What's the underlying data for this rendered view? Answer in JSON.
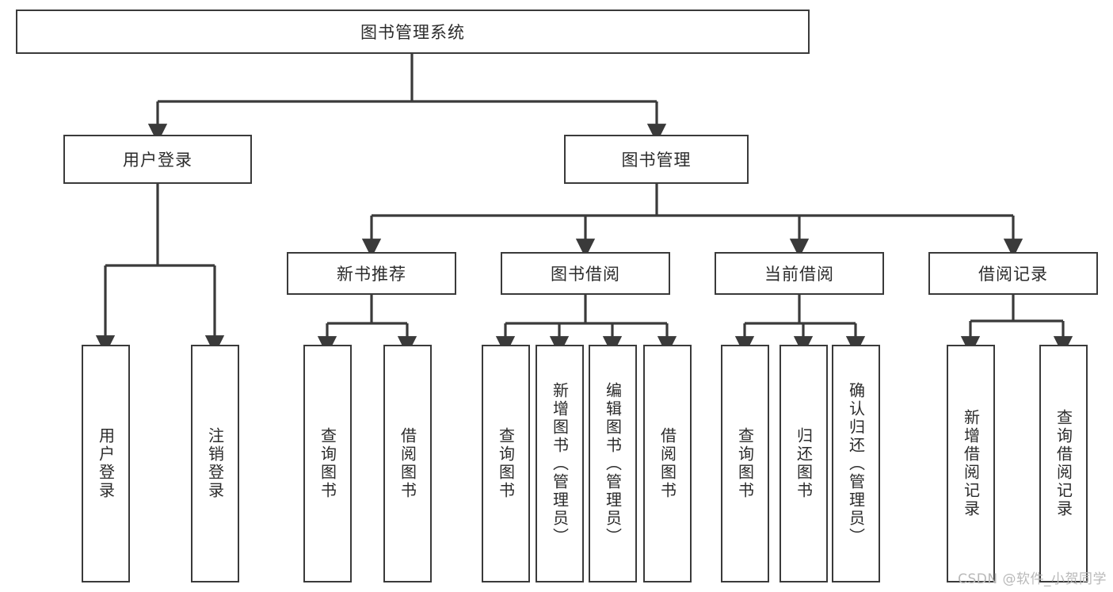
{
  "diagram": {
    "type": "tree",
    "title": "图书管理系统",
    "orientation": "top-down",
    "colors": {
      "box_border": "#3a3a3a",
      "box_fill": "#ffffff",
      "edge": "#3a3a3a",
      "text": "#2b2b2b",
      "watermark": "#b9b9b9",
      "background": "#ffffff"
    },
    "root": {
      "label": "图书管理系统"
    },
    "level2": [
      {
        "id": "login",
        "label": "用户登录"
      },
      {
        "id": "book-mgmt",
        "label": "图书管理"
      }
    ],
    "level3": [
      {
        "id": "new-book-rec",
        "label": "新书推荐",
        "parent": "book-mgmt"
      },
      {
        "id": "book-borrow",
        "label": "图书借阅",
        "parent": "book-mgmt"
      },
      {
        "id": "current-borrow",
        "label": "当前借阅",
        "parent": "book-mgmt"
      },
      {
        "id": "borrow-record",
        "label": "借阅记录",
        "parent": "book-mgmt"
      }
    ],
    "leaves": [
      {
        "id": "leaf-user-login",
        "label": "用户登录",
        "parent": "login"
      },
      {
        "id": "leaf-logout",
        "label": "注销登录",
        "parent": "login"
      },
      {
        "id": "leaf-query-book-1",
        "label": "查询图书",
        "parent": "new-book-rec"
      },
      {
        "id": "leaf-borrow-book-1",
        "label": "借阅图书",
        "parent": "new-book-rec"
      },
      {
        "id": "leaf-query-book-2",
        "label": "查询图书",
        "parent": "book-borrow"
      },
      {
        "id": "leaf-add-book",
        "label": "新增图书（管理员）",
        "parent": "book-borrow"
      },
      {
        "id": "leaf-edit-book",
        "label": "编辑图书（管理员）",
        "parent": "book-borrow"
      },
      {
        "id": "leaf-borrow-book-2",
        "label": "借阅图书",
        "parent": "book-borrow"
      },
      {
        "id": "leaf-query-book-3",
        "label": "查询图书",
        "parent": "current-borrow"
      },
      {
        "id": "leaf-return-book",
        "label": "归还图书",
        "parent": "current-borrow"
      },
      {
        "id": "leaf-confirm-return",
        "label": "确认归还（管理员）",
        "parent": "current-borrow"
      },
      {
        "id": "leaf-add-record",
        "label": "新增借阅记录",
        "parent": "borrow-record"
      },
      {
        "id": "leaf-query-record",
        "label": "查询借阅记录",
        "parent": "borrow-record"
      }
    ],
    "watermark": "CSDN @软件_小贺同学"
  }
}
